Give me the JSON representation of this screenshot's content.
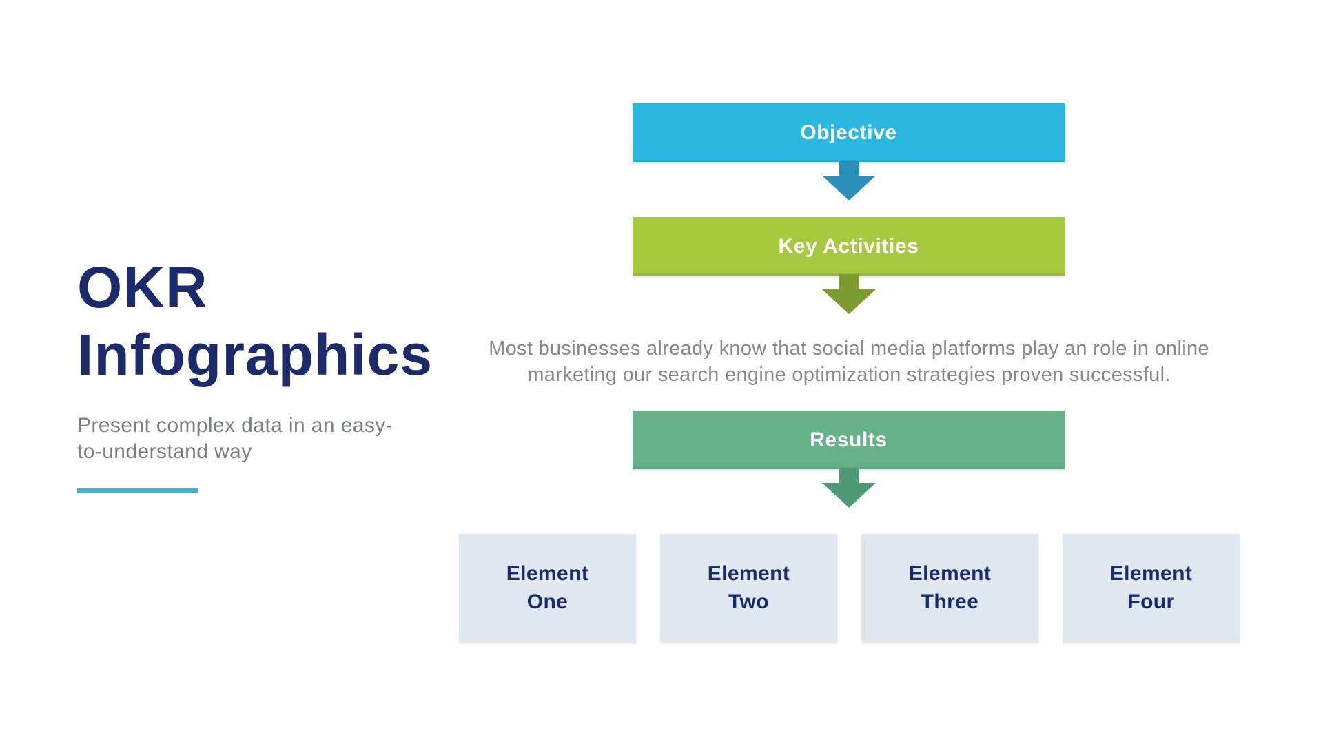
{
  "intro": {
    "title_line1": "OKR",
    "title_line2": "Infographics",
    "subtitle_line1": "Present complex data in an easy-",
    "subtitle_line2": "to-understand way"
  },
  "flow": {
    "steps": [
      {
        "label": "Objective"
      },
      {
        "label": "Key Activities"
      },
      {
        "label": "Results"
      }
    ],
    "description": "Most businesses already know that social media platforms play an role in online marketing our search engine optimization strategies proven successful.",
    "elements": [
      {
        "line1": "Element",
        "line2": "One"
      },
      {
        "line1": "Element",
        "line2": "Two"
      },
      {
        "line1": "Element",
        "line2": "Three"
      },
      {
        "line1": "Element",
        "line2": "Four"
      }
    ]
  },
  "palette": {
    "navy": "#1b2a6b",
    "gray-subtitle": "#7d7e81",
    "gray-text": "#87888b",
    "accent-underline": "#41b5d9",
    "cyan-bar": "#2ab7e0",
    "cyan-arrow": "#2a90ba",
    "lime-bar": "#a6c93f",
    "lime-arrow": "#7d9b31",
    "green-bar": "#68b087",
    "green-arrow": "#4f9a74",
    "box-bg": "#dfe8ee"
  }
}
